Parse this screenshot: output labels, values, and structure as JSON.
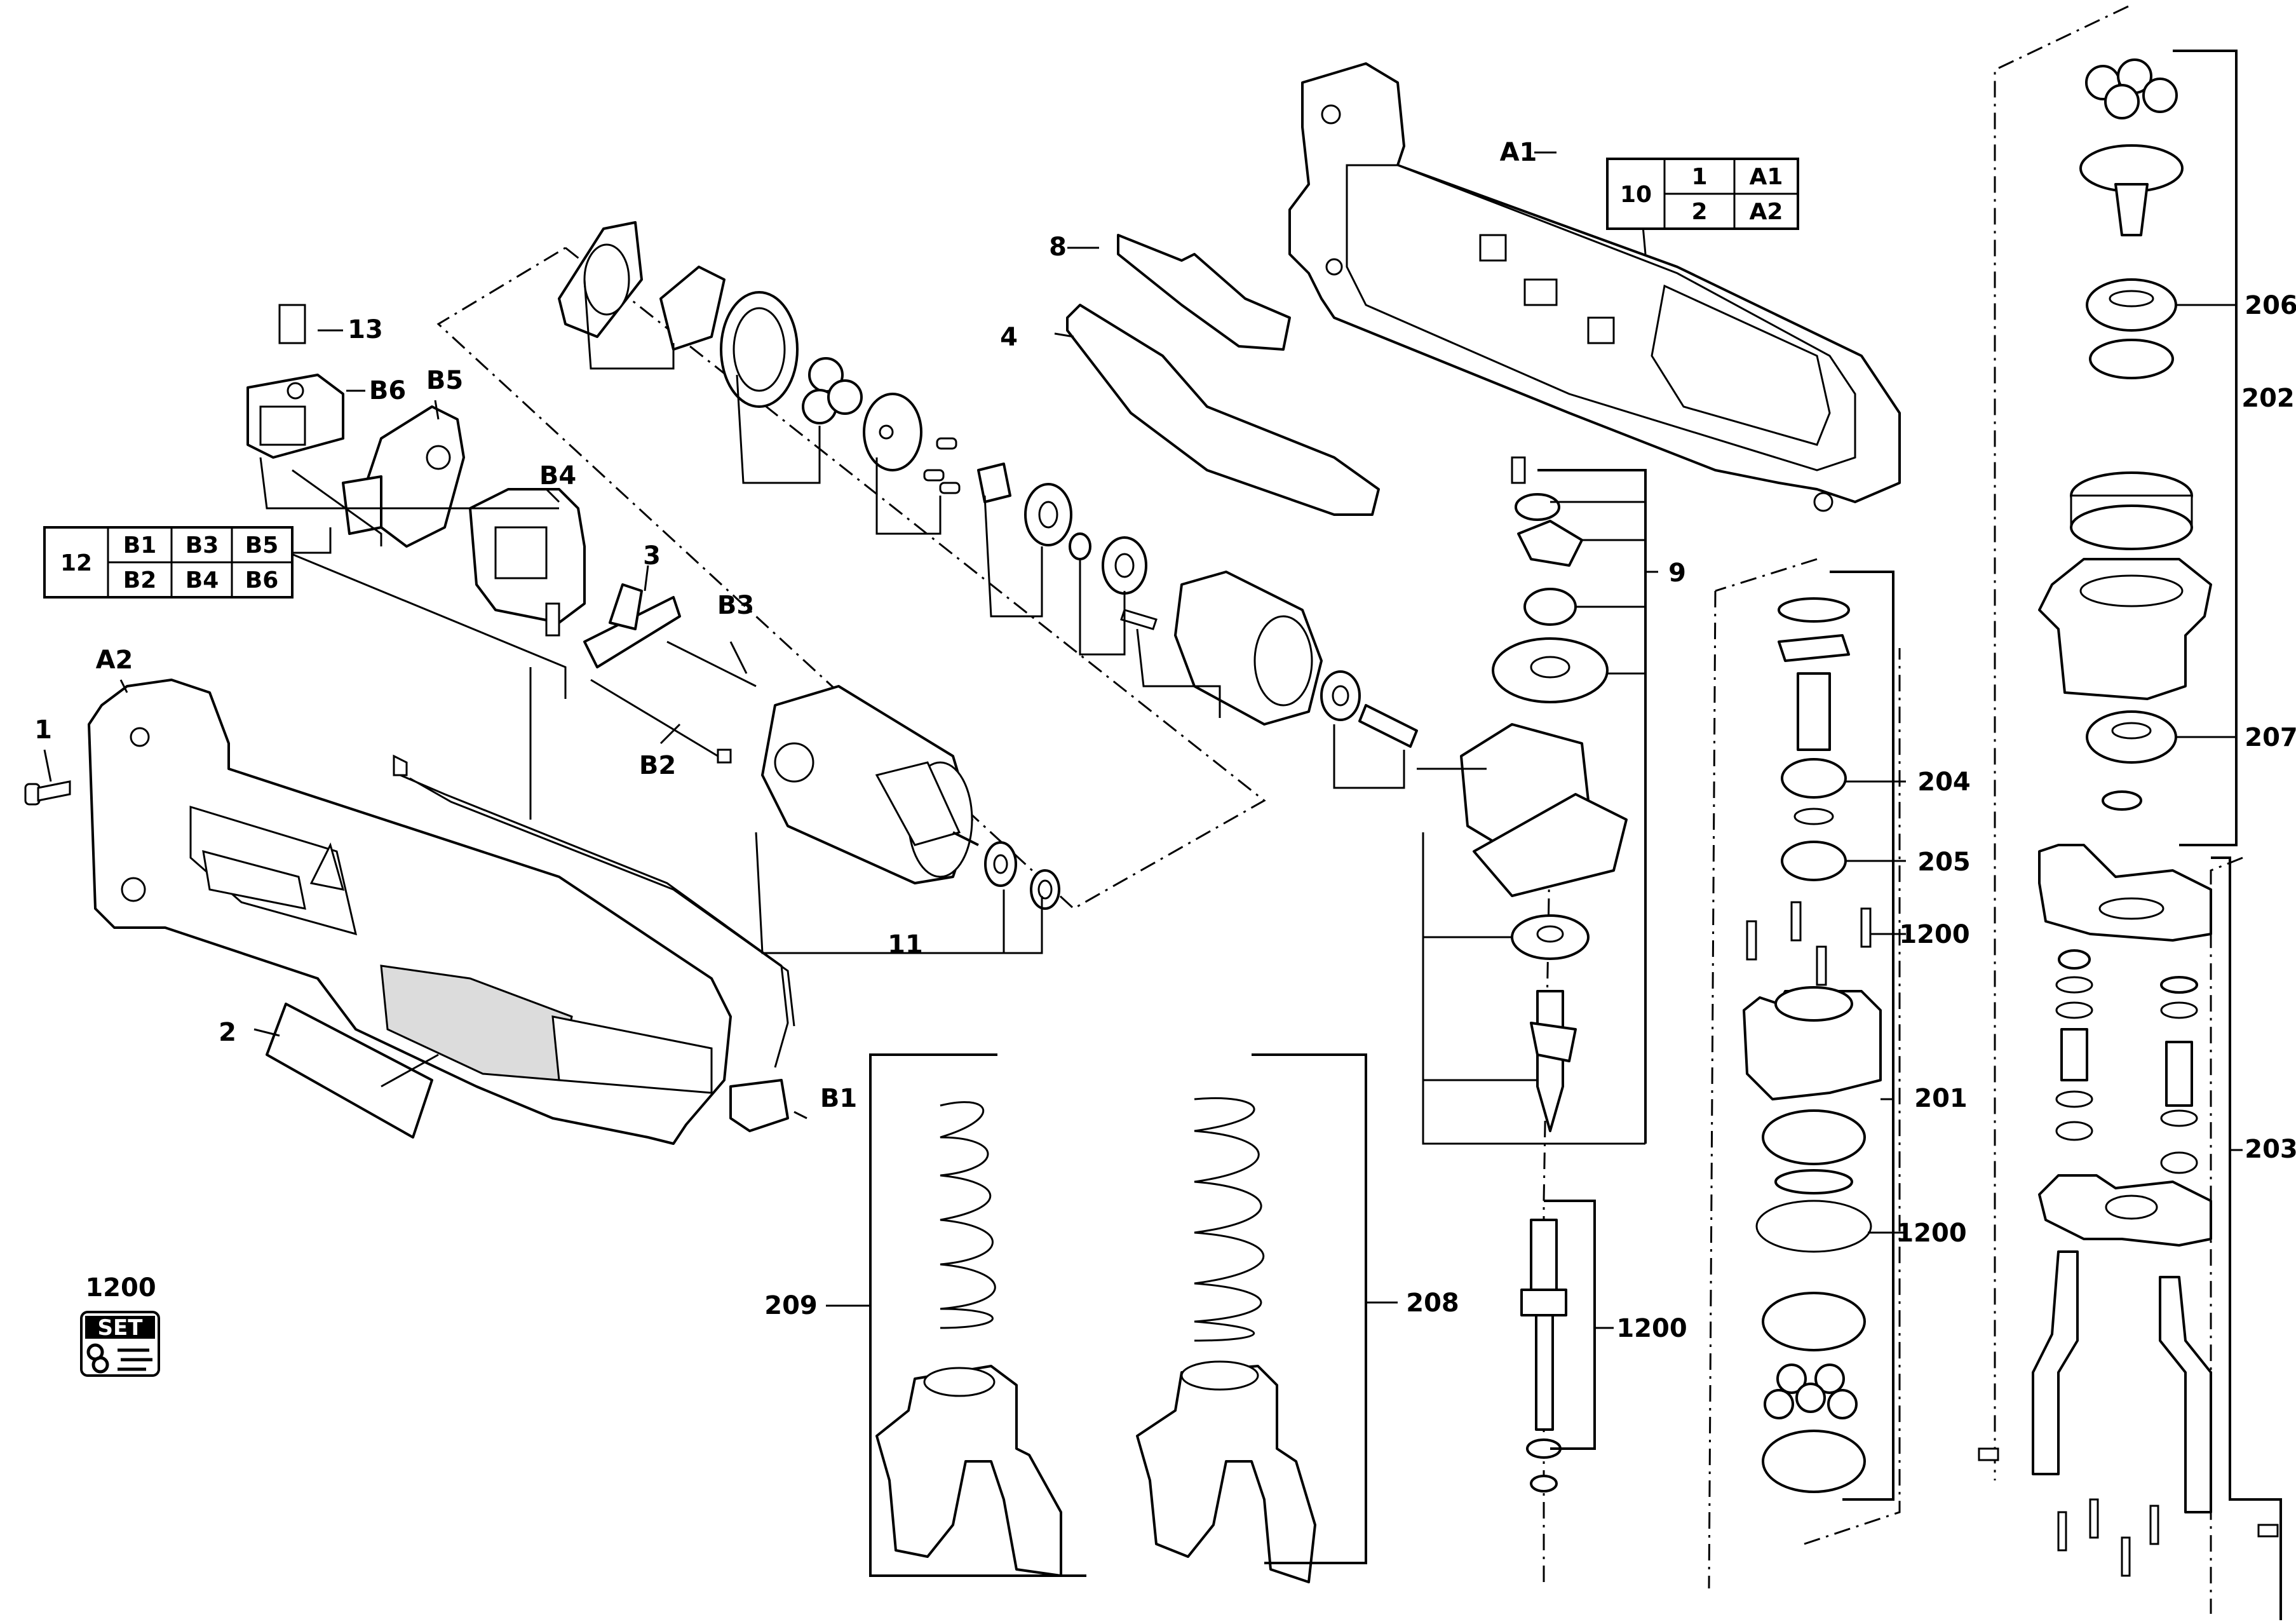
{
  "labels": {
    "A1": "A1",
    "A2": "A2",
    "B1": "B1",
    "B2": "B2",
    "B3": "B3",
    "B4": "B4",
    "B5": "B5",
    "B6": "B6",
    "p1": "1",
    "p2": "2",
    "p3": "3",
    "p4": "4",
    "p8": "8",
    "p9": "9",
    "p11": "11",
    "p13": "13",
    "p201": "201",
    "p202": "202",
    "p203": "203",
    "p204": "204",
    "p205": "205",
    "p206": "206",
    "p207": "207",
    "p208": "208",
    "p209": "209",
    "p1200_a": "1200",
    "p1200_b": "1200",
    "p1200_c": "1200",
    "p1200_d": "1200"
  },
  "table_10": {
    "key": "10",
    "rows": [
      [
        "1",
        "A1"
      ],
      [
        "2",
        "A2"
      ]
    ]
  },
  "table_12": {
    "key": "12",
    "rows": [
      [
        "B1",
        "B3",
        "B5"
      ],
      [
        "B2",
        "B4",
        "B6"
      ]
    ]
  },
  "set_badge": {
    "number": "1200",
    "text": "SET"
  }
}
